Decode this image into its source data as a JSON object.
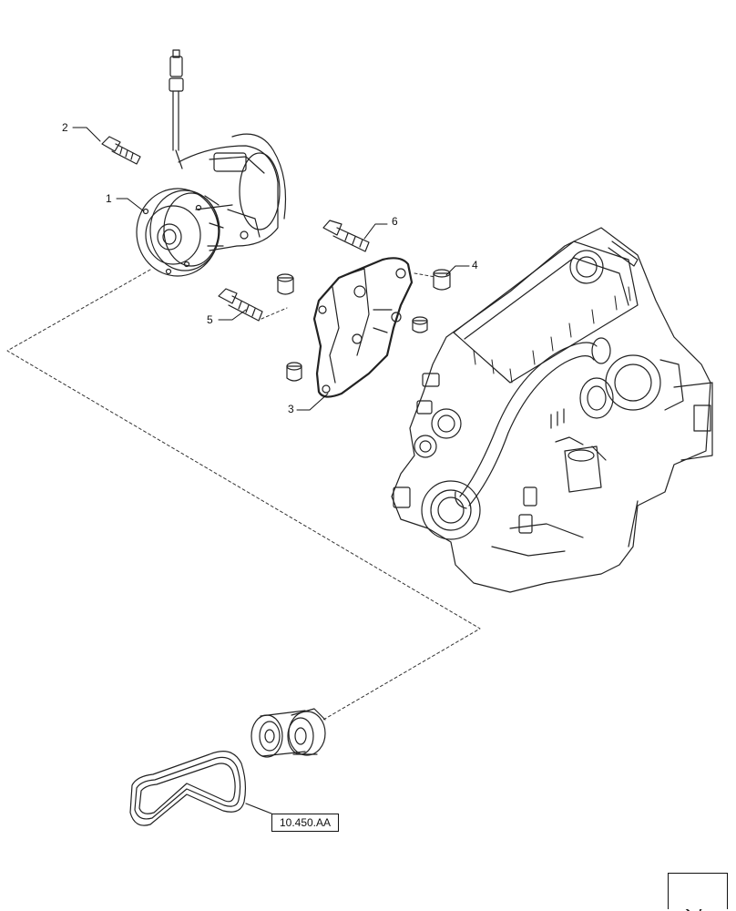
{
  "callouts": [
    {
      "id": "1",
      "label": "1"
    },
    {
      "id": "2",
      "label": "2"
    },
    {
      "id": "3",
      "label": "3"
    },
    {
      "id": "4",
      "label": "4"
    },
    {
      "id": "5",
      "label": "5"
    },
    {
      "id": "6",
      "label": "6"
    }
  ],
  "reference": {
    "label": "10.450.AA"
  },
  "icons": {
    "navigation": "arrow-return-icon"
  }
}
